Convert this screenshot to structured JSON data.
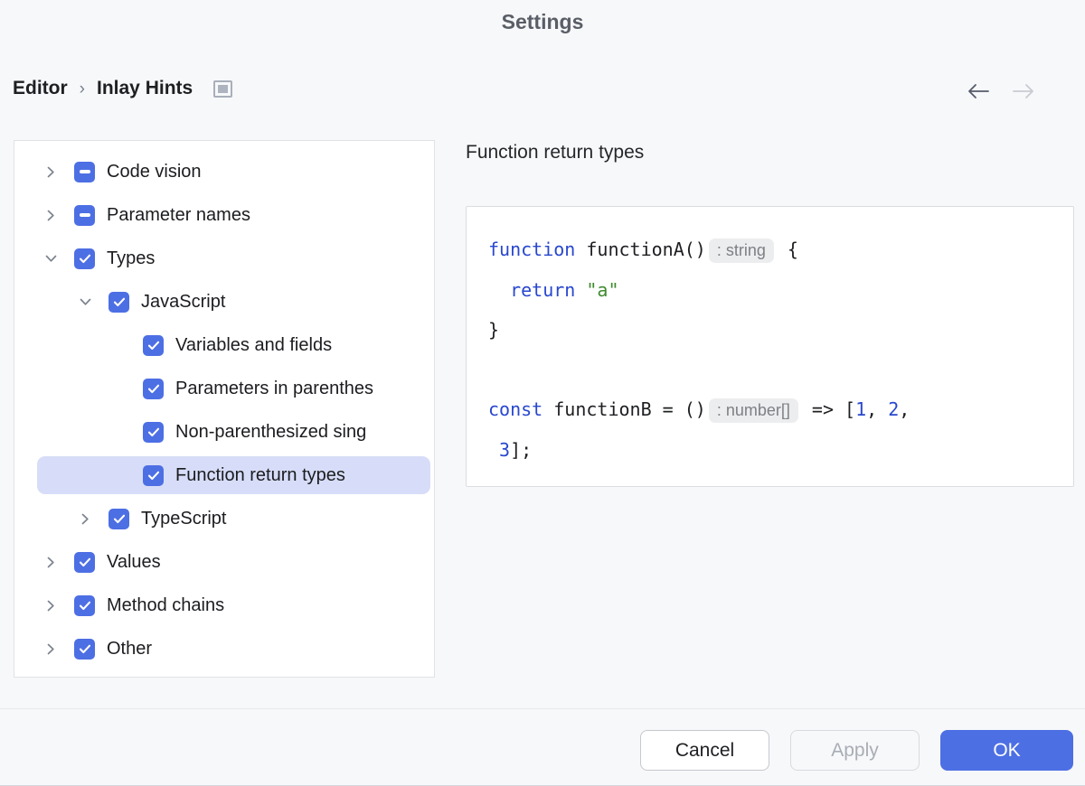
{
  "window": {
    "title": "Settings"
  },
  "breadcrumb": {
    "items": [
      "Editor",
      "Inlay Hints"
    ],
    "separator": "›"
  },
  "nav": {
    "back": "back-arrow",
    "forward": "forward-arrow"
  },
  "tree": {
    "items": [
      {
        "label": "Code vision",
        "level": 0,
        "chevron": "right",
        "check": "indeterminate",
        "selected": false
      },
      {
        "label": "Parameter names",
        "level": 0,
        "chevron": "right",
        "check": "indeterminate",
        "selected": false
      },
      {
        "label": "Types",
        "level": 0,
        "chevron": "down",
        "check": "checked",
        "selected": false
      },
      {
        "label": "JavaScript",
        "level": 1,
        "chevron": "down",
        "check": "checked",
        "selected": false
      },
      {
        "label": "Variables and fields",
        "level": 2,
        "chevron": "none",
        "check": "checked",
        "selected": false
      },
      {
        "label": "Parameters in parenthes",
        "level": 2,
        "chevron": "none",
        "check": "checked",
        "selected": false
      },
      {
        "label": "Non-parenthesized sing",
        "level": 2,
        "chevron": "none",
        "check": "checked",
        "selected": false
      },
      {
        "label": "Function return types",
        "level": 2,
        "chevron": "none",
        "check": "checked",
        "selected": true
      },
      {
        "label": "TypeScript",
        "level": 1,
        "chevron": "right",
        "check": "checked",
        "selected": false
      },
      {
        "label": "Values",
        "level": 0,
        "chevron": "right",
        "check": "checked",
        "selected": false
      },
      {
        "label": "Method chains",
        "level": 0,
        "chevron": "right",
        "check": "checked",
        "selected": false
      },
      {
        "label": "Other",
        "level": 0,
        "chevron": "right",
        "check": "checked",
        "selected": false
      }
    ]
  },
  "detail": {
    "heading": "Function return types",
    "code_lines": [
      [
        {
          "s": "kw",
          "t": "function"
        },
        {
          "s": "plain",
          "t": " functionA()"
        },
        {
          "s": "hint",
          "t": ": string"
        },
        {
          "s": "plain",
          "t": " {"
        }
      ],
      [
        {
          "s": "plain",
          "t": "  "
        },
        {
          "s": "kw",
          "t": "return"
        },
        {
          "s": "plain",
          "t": " "
        },
        {
          "s": "str",
          "t": "\"a\""
        }
      ],
      [
        {
          "s": "plain",
          "t": "}"
        }
      ],
      [],
      [
        {
          "s": "kw",
          "t": "const"
        },
        {
          "s": "plain",
          "t": " functionB = ()"
        },
        {
          "s": "hint",
          "t": ": number[]"
        },
        {
          "s": "plain",
          "t": " => ["
        },
        {
          "s": "num",
          "t": "1"
        },
        {
          "s": "plain",
          "t": ", "
        },
        {
          "s": "num",
          "t": "2"
        },
        {
          "s": "plain",
          "t": ","
        }
      ],
      [
        {
          "s": "plain",
          "t": " "
        },
        {
          "s": "num",
          "t": "3"
        },
        {
          "s": "plain",
          "t": "];"
        }
      ]
    ]
  },
  "footer": {
    "cancel_label": "Cancel",
    "apply_label": "Apply",
    "ok_label": "OK"
  },
  "colors": {
    "accent": "#4D6FE4",
    "selection_bg": "#D7DDF8",
    "keyword": "#2847CE",
    "number": "#2847CE",
    "string": "#3F8A2D",
    "hint_text": "#7E8085",
    "hint_bg": "#ECEDEF",
    "background": "#F7F8FA"
  }
}
